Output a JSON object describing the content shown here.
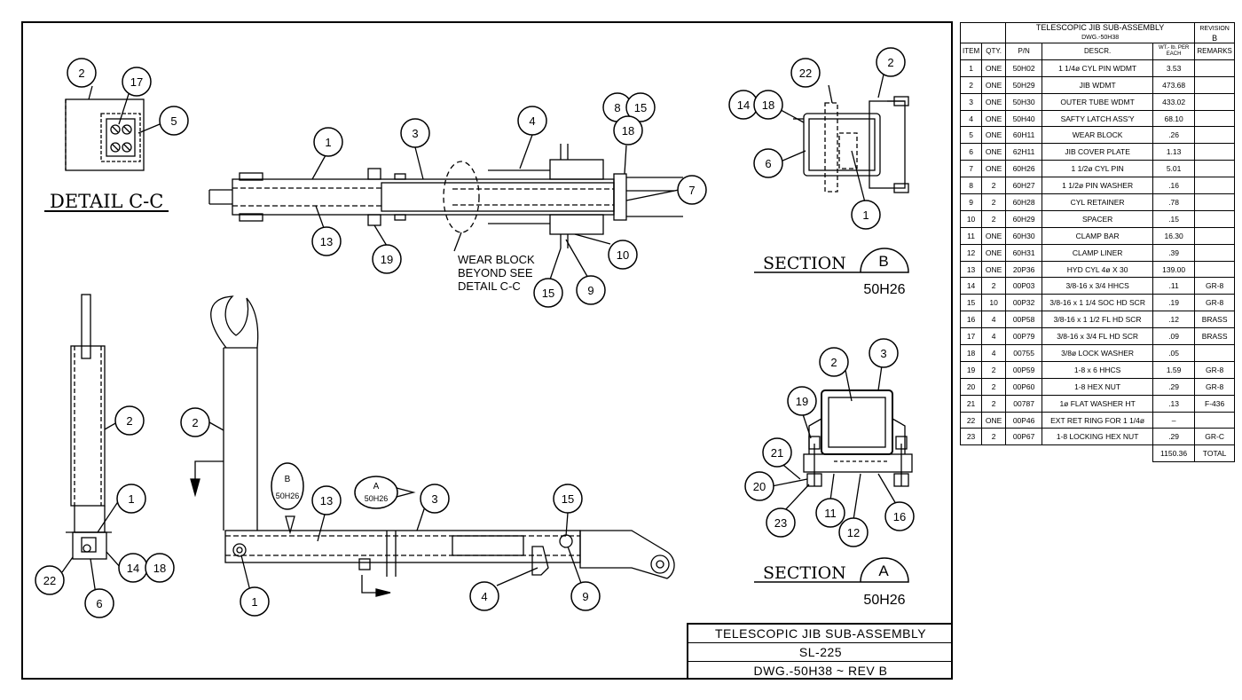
{
  "title_block": {
    "title": "TELESCOPIC JIB SUB-ASSEMBLY",
    "model": "SL-225",
    "drawing": "DWG.-50H38 ~ REV B"
  },
  "parts_table": {
    "title": "TELESCOPIC JIB SUB-ASSEMBLY",
    "drawing": "DWG.-50H38",
    "revision_label": "REVISION",
    "revision": "B",
    "columns": [
      "ITEM",
      "QTY.",
      "P/N",
      "DESCR.",
      "WT.- lb. PER EACH",
      "REMARKS"
    ],
    "rows": [
      [
        "1",
        "ONE",
        "50H02",
        "1 1/4ø CYL PIN WDMT",
        "3.53",
        ""
      ],
      [
        "2",
        "ONE",
        "50H29",
        "JIB WDMT",
        "473.68",
        ""
      ],
      [
        "3",
        "ONE",
        "50H30",
        "OUTER TUBE WDMT",
        "433.02",
        ""
      ],
      [
        "4",
        "ONE",
        "50H40",
        "SAFTY LATCH ASS'Y",
        "68.10",
        ""
      ],
      [
        "5",
        "ONE",
        "60H11",
        "WEAR BLOCK",
        ".26",
        ""
      ],
      [
        "6",
        "ONE",
        "62H11",
        "JIB COVER PLATE",
        "1.13",
        ""
      ],
      [
        "7",
        "ONE",
        "60H26",
        "1 1/2ø CYL PIN",
        "5.01",
        ""
      ],
      [
        "8",
        "2",
        "60H27",
        "1 1/2ø PIN WASHER",
        ".16",
        ""
      ],
      [
        "9",
        "2",
        "60H28",
        "CYL RETAINER",
        ".78",
        ""
      ],
      [
        "10",
        "2",
        "60H29",
        "SPACER",
        ".15",
        ""
      ],
      [
        "11",
        "ONE",
        "60H30",
        "CLAMP BAR",
        "16.30",
        ""
      ],
      [
        "12",
        "ONE",
        "60H31",
        "CLAMP LINER",
        ".39",
        ""
      ],
      [
        "13",
        "ONE",
        "20P36",
        "HYD CYL 4ø X 30",
        "139.00",
        ""
      ],
      [
        "14",
        "2",
        "00P03",
        "3/8-16 x 3/4 HHCS",
        ".11",
        "GR-8"
      ],
      [
        "15",
        "10",
        "00P32",
        "3/8-16 x 1 1/4 SOC HD SCR",
        ".19",
        "GR-8"
      ],
      [
        "16",
        "4",
        "00P58",
        "3/8-16 x 1 1/2 FL HD SCR",
        ".12",
        "BRASS"
      ],
      [
        "17",
        "4",
        "00P79",
        "3/8-16 x 3/4 FL HD SCR",
        ".09",
        "BRASS"
      ],
      [
        "18",
        "4",
        "00755",
        "3/8ø LOCK WASHER",
        ".05",
        ""
      ],
      [
        "19",
        "2",
        "00P59",
        "1-8 x 6 HHCS",
        "1.59",
        "GR-8"
      ],
      [
        "20",
        "2",
        "00P60",
        "1-8 HEX NUT",
        ".29",
        "GR-8"
      ],
      [
        "21",
        "2",
        "00787",
        "1ø FLAT WASHER HT",
        ".13",
        "F-436"
      ],
      [
        "22",
        "ONE",
        "00P46",
        "EXT RET RING FOR 1 1/4ø",
        "–",
        ""
      ],
      [
        "23",
        "2",
        "00P67",
        "1-8 LOCKING HEX NUT",
        ".29",
        "GR-C"
      ]
    ],
    "total_weight": "1150.36",
    "total_label": "TOTAL"
  },
  "labels": {
    "detail": "DETAIL C-C",
    "section_b": "SECTION",
    "section_b_letter": "B",
    "section_b_ref": "50H26",
    "section_a": "SECTION",
    "section_a_letter": "A",
    "section_a_ref": "50H26",
    "note_line1": "WEAR BLOCK",
    "note_line2": "BEYOND SEE",
    "note_line3": "DETAIL C-C",
    "cut_a_letter": "A",
    "cut_a_ref": "50H26",
    "cut_b_letter": "B",
    "cut_b_ref": "50H26"
  },
  "balloons": {
    "detail": [
      "2",
      "17",
      "5"
    ],
    "top_view": [
      "1",
      "3",
      "4",
      "8",
      "15",
      "18",
      "7",
      "13",
      "19",
      "10",
      "15",
      "9"
    ],
    "section_b": [
      "22",
      "2",
      "14",
      "18",
      "6",
      "1"
    ],
    "side_view": [
      "2",
      "1",
      "22",
      "6",
      "14",
      "18"
    ],
    "main_view": [
      "2",
      "13",
      "3",
      "15",
      "1",
      "4",
      "9"
    ],
    "section_a": [
      "2",
      "3",
      "19",
      "21",
      "20",
      "23",
      "11",
      "12",
      "16"
    ]
  }
}
